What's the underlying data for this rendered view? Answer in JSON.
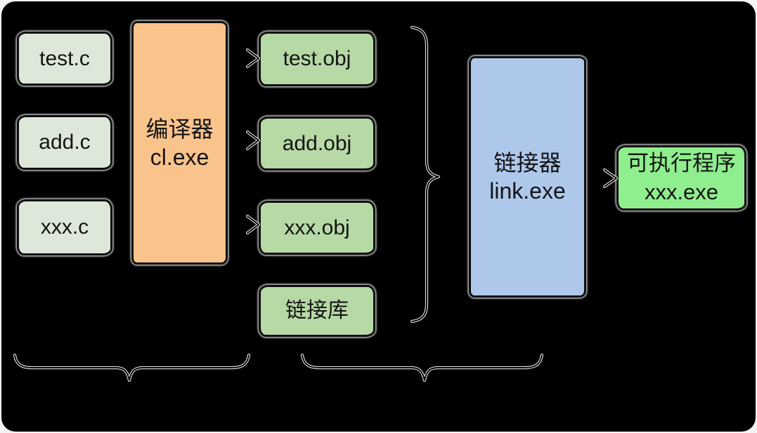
{
  "diagram": {
    "title_implicit": "C compilation and linking pipeline",
    "source_files": [
      {
        "label": "test.c"
      },
      {
        "label": "add.c"
      },
      {
        "label": "xxx.c"
      }
    ],
    "compiler": {
      "line1": "编译器",
      "line2": "cl.exe"
    },
    "object_files": [
      {
        "label": "test.obj"
      },
      {
        "label": "add.obj"
      },
      {
        "label": "xxx.obj"
      }
    ],
    "library": {
      "label": "链接库"
    },
    "linker": {
      "line1": "链接器",
      "line2": "link.exe"
    },
    "executable": {
      "line1": "可执行程序",
      "line2": "xxx.exe"
    },
    "colors": {
      "canvas_background": "#000000",
      "frame": "#f4f4f4",
      "source_box": "#dee8da",
      "compiler_box": "#f9c38c",
      "object_box": "#b6d9a5",
      "linker_box": "#aec8eb",
      "executable_box": "#8fee8d",
      "stroke": "#000000",
      "stroke_halo": "#ffffff"
    }
  }
}
